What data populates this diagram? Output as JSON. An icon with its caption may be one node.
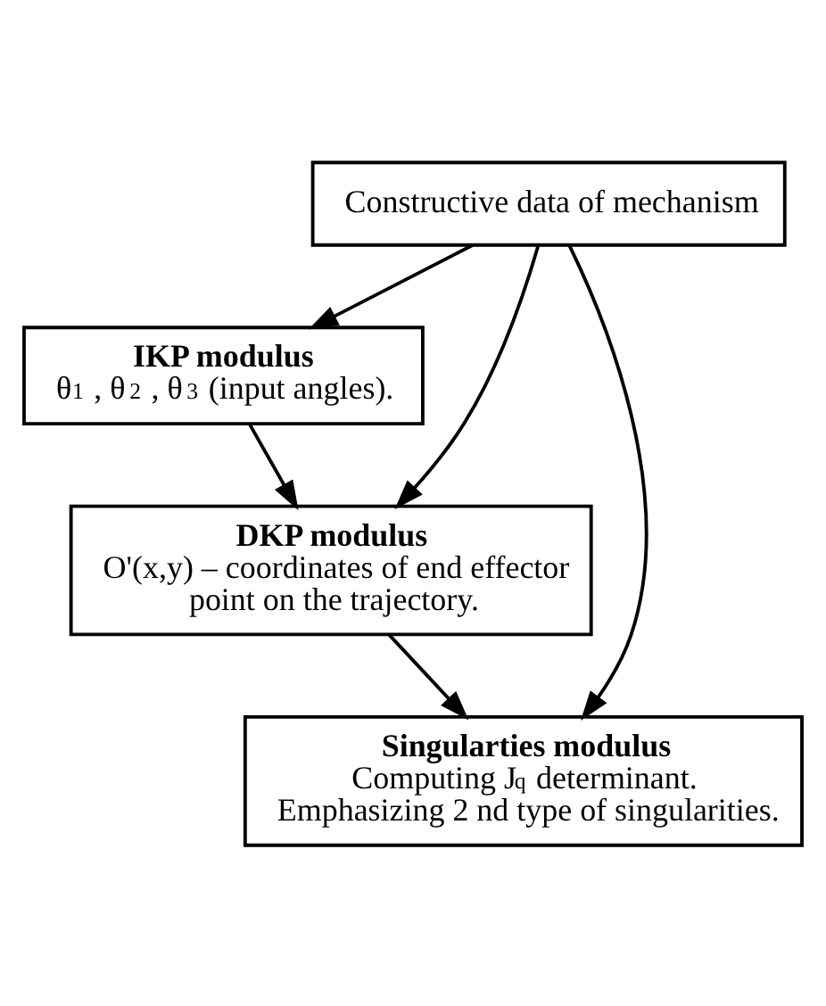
{
  "diagram": {
    "nodes": [
      {
        "text": [
          "Constructive data of mechanism"
        ]
      },
      {
        "text": [
          "IKP modulus",
          "θ$_{1}$ , θ$_{2}$ , θ$_{3}$ (input angles)."
        ]
      },
      {
        "text": [
          "DKP modulus",
          "O'(x,y) – coordinates of end effector point on the trajectory."
        ]
      },
      {
        "text": [
          "Singularties modulus",
          "Computing J$_{q}$ determinant.",
          "Emphasizing 2 nd type of singularities."
        ]
      }
    ],
    "edges": [
      {
        "from": 0,
        "to": 1,
        "arrow": "to"
      },
      {
        "from": 0,
        "to": 2,
        "arrow": "to"
      },
      {
        "from": 0,
        "to": 3,
        "arrow": "to"
      },
      {
        "from": 1,
        "to": 2,
        "arrow": "to"
      },
      {
        "from": 2,
        "to": 3,
        "arrow": "to"
      }
    ]
  }
}
